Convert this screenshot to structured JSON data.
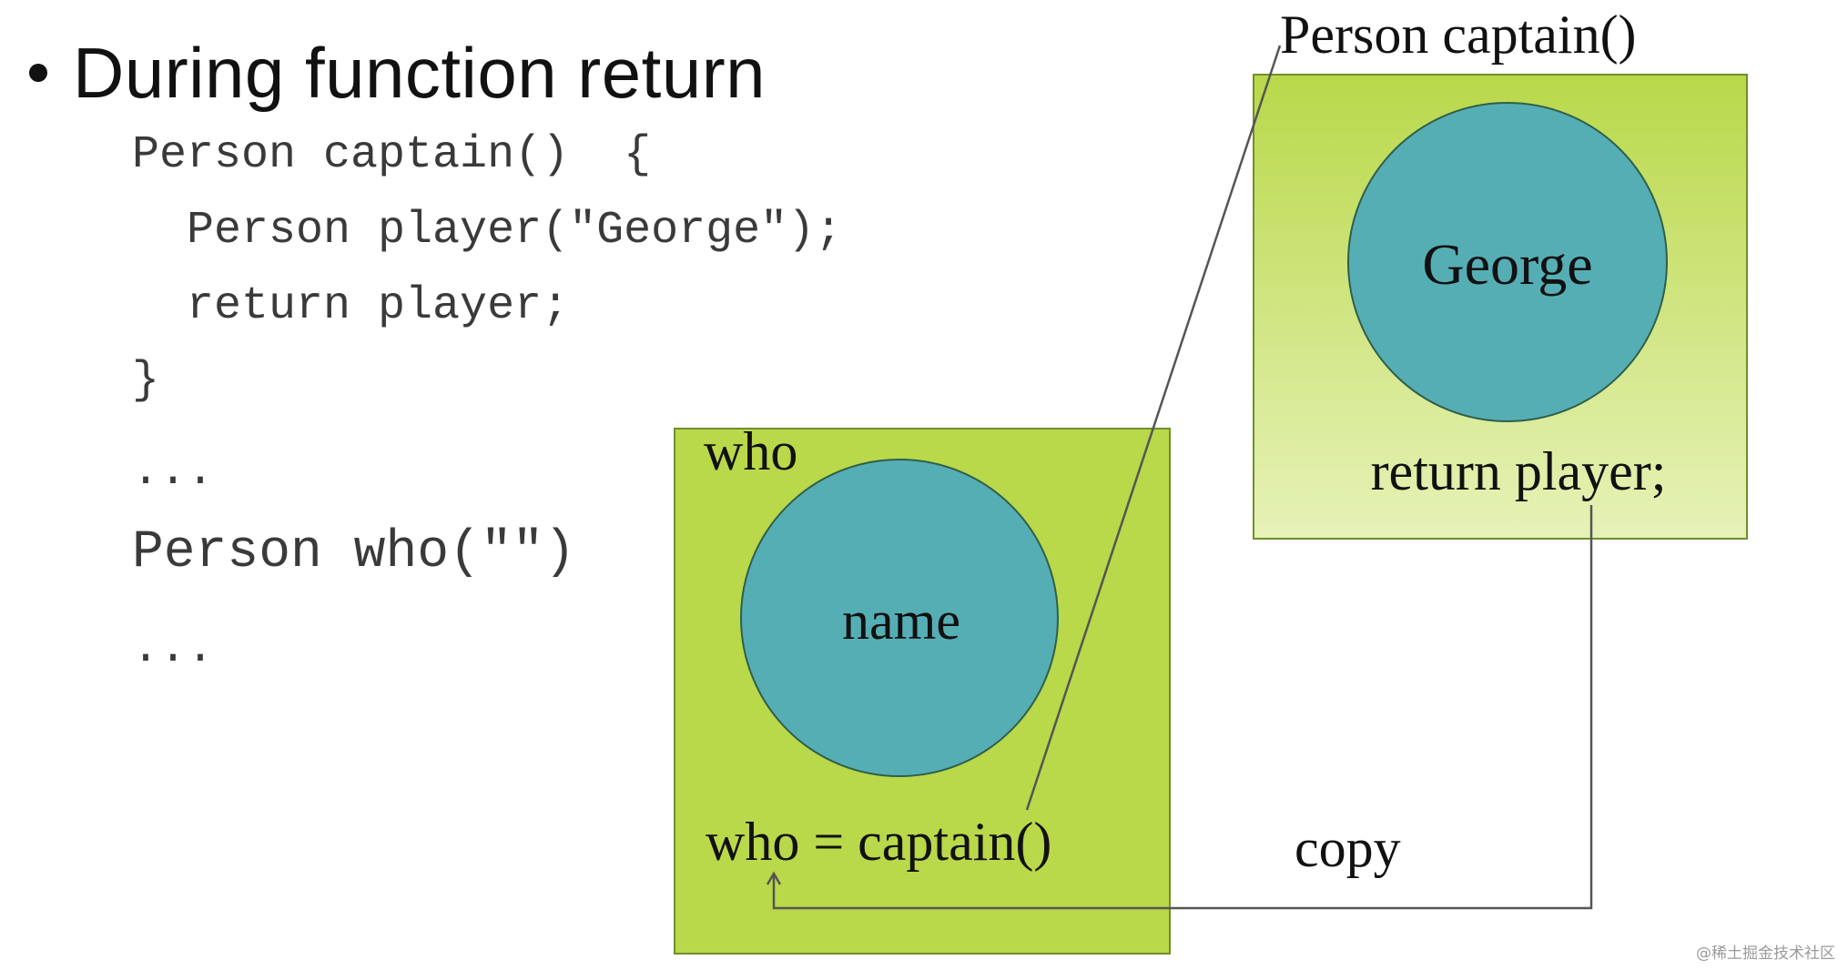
{
  "slide": {
    "heading": "During function return",
    "code_lines": [
      "Person captain()  {",
      "  Person player(\"George\");",
      "  return player;",
      "}",
      "...",
      "Person who(\"\")",
      "..."
    ]
  },
  "diagram": {
    "function_label": "Person captain()",
    "function_box": {
      "circle_label": "George",
      "return_label": "return player;"
    },
    "caller_box": {
      "title_label": "who",
      "circle_label": "name",
      "assign_label": "who = captain()"
    },
    "copy_label": "copy",
    "colors": {
      "box_fill": "#b9d84a",
      "box_fill_light": "#e6f2b8",
      "circle_fill": "#56aeb5",
      "line": "#555555"
    }
  },
  "watermark": "@稀土掘金技术社区"
}
